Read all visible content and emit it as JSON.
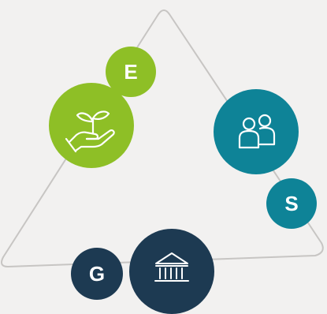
{
  "diagram": {
    "badges": {
      "environmental": {
        "letter": "E",
        "icon": "hand-plant-icon",
        "color": "#8ebf26"
      },
      "social": {
        "letter": "S",
        "icon": "people-icon",
        "color": "#0e8397"
      },
      "governance": {
        "letter": "G",
        "icon": "bank-building-icon",
        "color": "#1d3a52"
      }
    },
    "outline_color": "#c7c5c3",
    "background_color": "#f2f1f0"
  }
}
